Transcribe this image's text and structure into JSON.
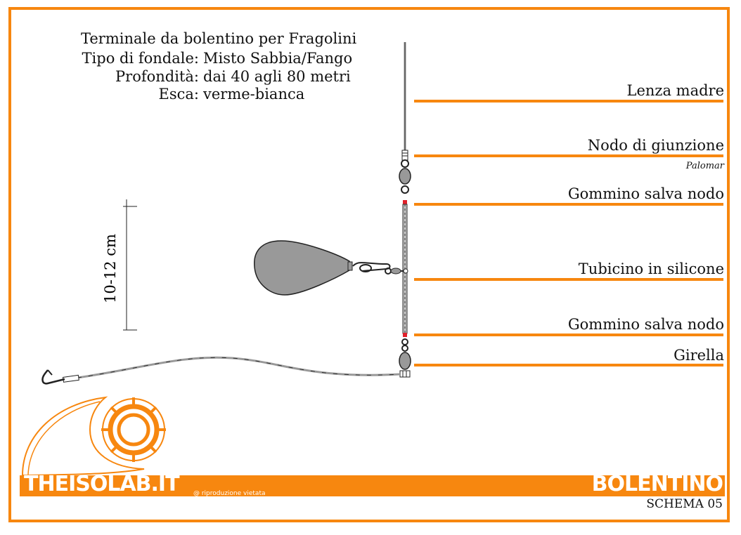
{
  "header": {
    "title": "Terminale da bolentino per Fragolini",
    "rows": [
      {
        "key": "Tipo di fondale:",
        "value": "Misto Sabbia/Fango"
      },
      {
        "key": "Profondità:",
        "value": "dai 40 agli 80 metri"
      },
      {
        "key": "Esca:",
        "value": "verme-bianca"
      }
    ]
  },
  "labels": {
    "lenza_madre": "Lenza madre",
    "nodo_giunzione": "Nodo di giunzione",
    "nodo_sub": "Palomar",
    "gommino_top": "Gommino salva nodo",
    "tubicino": "Tubicino in silicone",
    "gommino_bottom": "Gommino salva nodo",
    "girella": "Girella"
  },
  "measure": {
    "label": "10-12 cm"
  },
  "footer": {
    "brand": "THEISOLAB.IT",
    "copyright": "@ riproduzione vietata",
    "title": "BOLENTINO",
    "schema": "SCHEMA 05"
  },
  "colors": {
    "accent": "#f7870f",
    "line": "#888888",
    "sinker": "#999999"
  }
}
